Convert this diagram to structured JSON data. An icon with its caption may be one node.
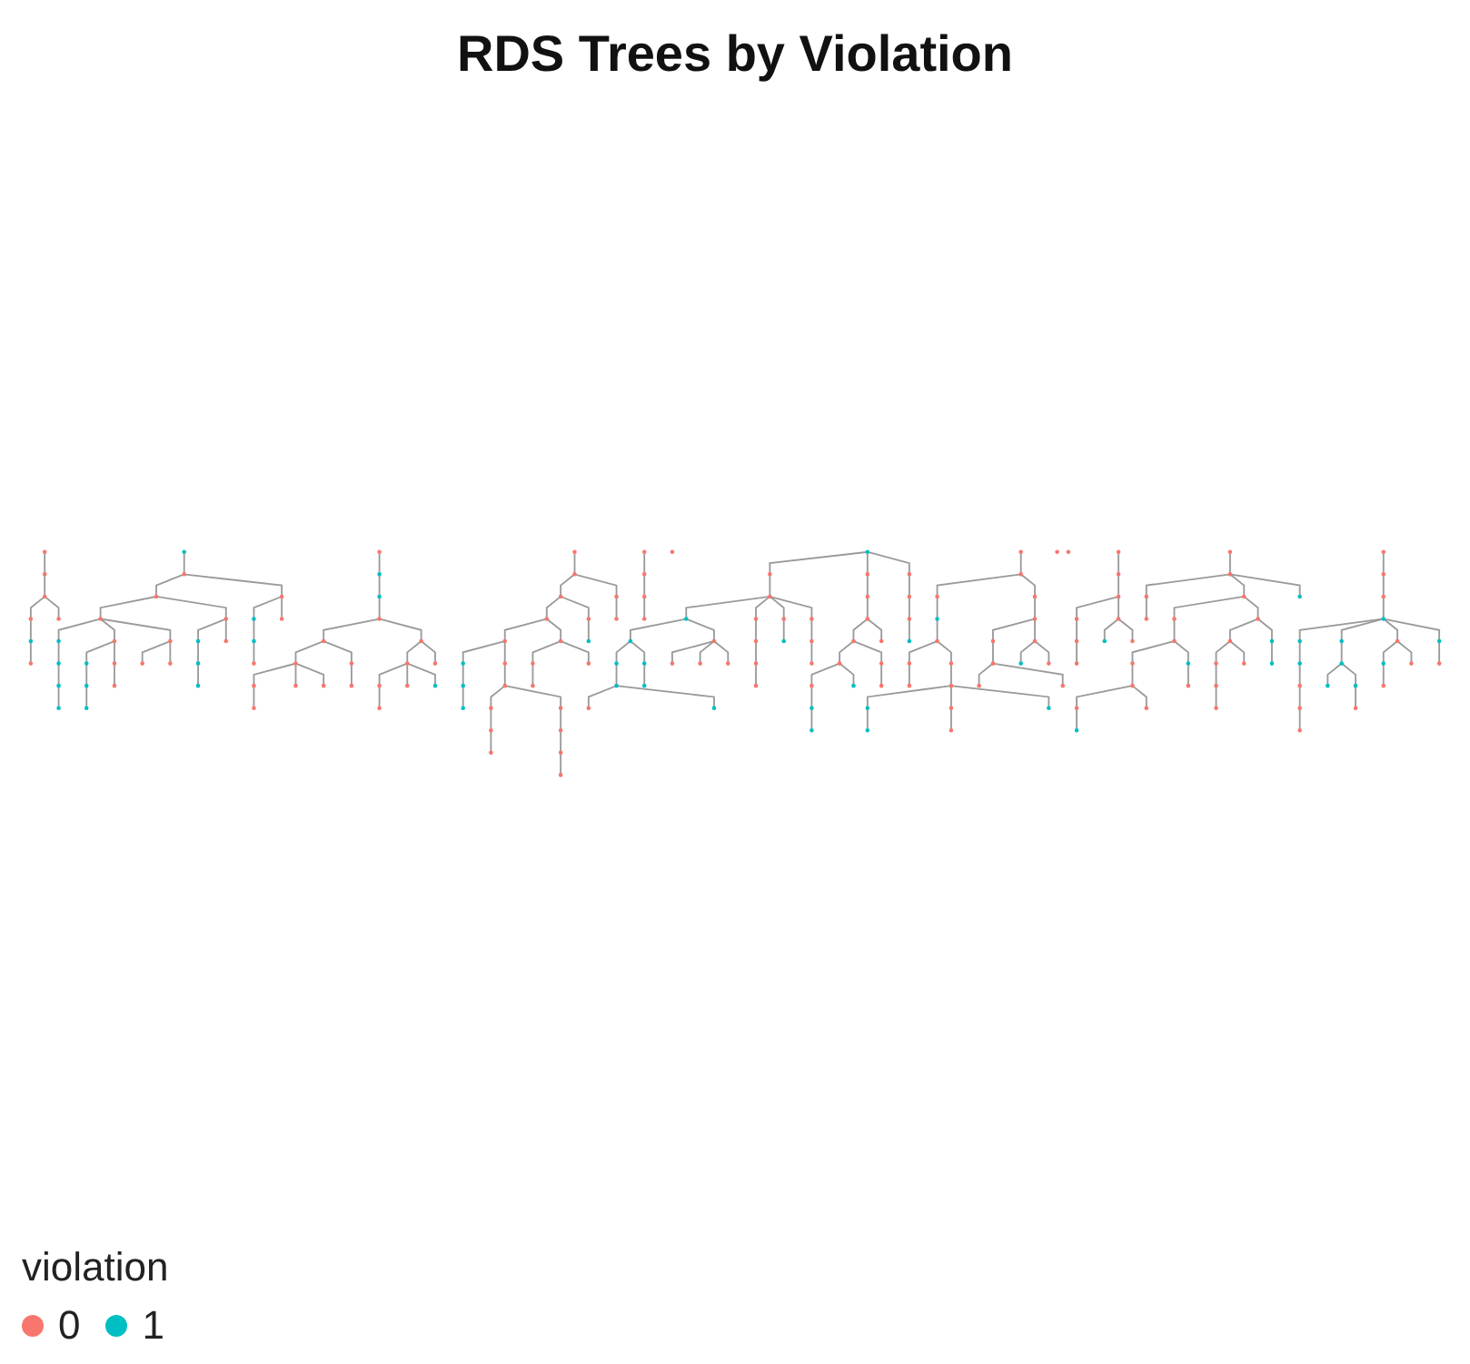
{
  "diagram": {
    "title": "RDS Trees by Violation",
    "nodes": [
      {
        "text": [],
        "shape": "circle"
      },
      {
        "text": [],
        "shape": "circle"
      },
      {
        "text": [],
        "shape": "circle"
      },
      {
        "text": [],
        "shape": "circle"
      },
      {
        "text": [],
        "shape": "circle"
      },
      {
        "text": [],
        "shape": "circle"
      },
      {
        "text": [],
        "shape": "circle"
      },
      {
        "text": [],
        "shape": "circle"
      },
      {
        "text": [],
        "shape": "circle"
      },
      {
        "text": [],
        "shape": "circle"
      },
      {
        "text": [],
        "shape": "circle"
      },
      {
        "text": [],
        "shape": "circle"
      },
      {
        "text": [],
        "shape": "circle"
      },
      {
        "text": [],
        "shape": "circle"
      },
      {
        "text": [],
        "shape": "circle"
      },
      {
        "text": [],
        "shape": "circle"
      },
      {
        "text": [],
        "shape": "circle"
      },
      {
        "text": [],
        "shape": "circle"
      },
      {
        "text": [],
        "shape": "circle"
      },
      {
        "text": [],
        "shape": "circle"
      },
      {
        "text": [],
        "shape": "circle"
      },
      {
        "text": [],
        "shape": "circle"
      },
      {
        "text": [],
        "shape": "circle"
      },
      {
        "text": [],
        "shape": "circle"
      },
      {
        "text": [],
        "shape": "circle"
      },
      {
        "text": [],
        "shape": "circle"
      },
      {
        "text": [],
        "shape": "circle"
      },
      {
        "text": [],
        "shape": "circle"
      },
      {
        "text": [],
        "shape": "circle"
      },
      {
        "text": [],
        "shape": "circle"
      },
      {
        "text": [],
        "shape": "circle"
      },
      {
        "text": [],
        "shape": "circle"
      },
      {
        "text": [],
        "shape": "circle"
      },
      {
        "text": [],
        "shape": "circle"
      },
      {
        "text": [],
        "shape": "circle"
      },
      {
        "text": [],
        "shape": "circle"
      },
      {
        "text": [],
        "shape": "circle"
      },
      {
        "text": [],
        "shape": "circle"
      },
      {
        "text": [],
        "shape": "circle"
      },
      {
        "text": [],
        "shape": "circle"
      },
      {
        "text": [],
        "shape": "circle"
      },
      {
        "text": [],
        "shape": "circle"
      },
      {
        "text": [],
        "shape": "circle"
      },
      {
        "text": [],
        "shape": "circle"
      },
      {
        "text": [],
        "shape": "circle"
      },
      {
        "text": [],
        "shape": "circle"
      },
      {
        "text": [],
        "shape": "circle"
      },
      {
        "text": [],
        "shape": "circle"
      },
      {
        "text": [],
        "shape": "circle"
      },
      {
        "text": [],
        "shape": "circle"
      },
      {
        "text": [],
        "shape": "circle"
      },
      {
        "text": [],
        "shape": "circle"
      },
      {
        "text": [],
        "shape": "circle"
      },
      {
        "text": [],
        "shape": "circle"
      },
      {
        "text": [],
        "shape": "circle"
      },
      {
        "text": [],
        "shape": "circle"
      },
      {
        "text": [],
        "shape": "circle"
      },
      {
        "text": [],
        "shape": "circle"
      },
      {
        "text": [],
        "shape": "circle"
      },
      {
        "text": [],
        "shape": "circle"
      },
      {
        "text": [],
        "shape": "circle"
      },
      {
        "text": [],
        "shape": "circle"
      },
      {
        "text": [],
        "shape": "circle"
      },
      {
        "text": [],
        "shape": "circle"
      },
      {
        "text": [],
        "shape": "circle"
      },
      {
        "text": [],
        "shape": "circle"
      },
      {
        "text": [],
        "shape": "circle"
      },
      {
        "text": [],
        "shape": "circle"
      },
      {
        "text": [],
        "shape": "circle"
      },
      {
        "text": [],
        "shape": "circle"
      },
      {
        "text": [],
        "shape": "circle"
      },
      {
        "text": [],
        "shape": "circle"
      },
      {
        "text": [],
        "shape": "circle"
      },
      {
        "text": [],
        "shape": "circle"
      },
      {
        "text": [],
        "shape": "circle"
      },
      {
        "text": [],
        "shape": "circle"
      },
      {
        "text": [],
        "shape": "circle"
      },
      {
        "text": [],
        "shape": "circle"
      },
      {
        "text": [],
        "shape": "circle"
      },
      {
        "text": [],
        "shape": "circle"
      },
      {
        "text": [],
        "shape": "circle"
      },
      {
        "text": [],
        "shape": "circle"
      },
      {
        "text": [],
        "shape": "circle"
      },
      {
        "text": [],
        "shape": "circle"
      },
      {
        "text": [],
        "shape": "circle"
      },
      {
        "text": [],
        "shape": "circle"
      },
      {
        "text": [],
        "shape": "circle"
      },
      {
        "text": [],
        "shape": "circle"
      },
      {
        "text": [],
        "shape": "circle"
      },
      {
        "text": [],
        "shape": "circle"
      },
      {
        "text": [],
        "shape": "circle"
      },
      {
        "text": [],
        "shape": "circle"
      },
      {
        "text": [],
        "shape": "circle"
      },
      {
        "text": [],
        "shape": "circle"
      },
      {
        "text": [],
        "shape": "circle"
      },
      {
        "text": [],
        "shape": "circle"
      },
      {
        "text": [],
        "shape": "circle"
      },
      {
        "text": [],
        "shape": "circle"
      },
      {
        "text": [],
        "shape": "circle"
      },
      {
        "text": [],
        "shape": "circle"
      },
      {
        "text": [],
        "shape": "circle"
      },
      {
        "text": [],
        "shape": "circle"
      },
      {
        "text": [],
        "shape": "circle"
      },
      {
        "text": [],
        "shape": "circle"
      },
      {
        "text": [],
        "shape": "circle"
      },
      {
        "text": [],
        "shape": "circle"
      },
      {
        "text": [],
        "shape": "circle"
      },
      {
        "text": [],
        "shape": "circle"
      },
      {
        "text": [],
        "shape": "circle"
      },
      {
        "text": [],
        "shape": "circle"
      },
      {
        "text": [],
        "shape": "circle"
      },
      {
        "text": [],
        "shape": "circle"
      },
      {
        "text": [],
        "shape": "circle"
      },
      {
        "text": [],
        "shape": "circle"
      },
      {
        "text": [],
        "shape": "circle"
      },
      {
        "text": [],
        "shape": "circle"
      },
      {
        "text": [],
        "shape": "circle"
      },
      {
        "text": [],
        "shape": "circle"
      },
      {
        "text": [],
        "shape": "circle"
      },
      {
        "text": [],
        "shape": "circle"
      },
      {
        "text": [],
        "shape": "circle"
      },
      {
        "text": [],
        "shape": "circle"
      },
      {
        "text": [],
        "shape": "circle"
      },
      {
        "text": [],
        "shape": "circle"
      },
      {
        "text": [],
        "shape": "circle"
      },
      {
        "text": [],
        "shape": "circle"
      },
      {
        "text": [],
        "shape": "circle"
      },
      {
        "text": [],
        "shape": "circle"
      },
      {
        "text": [],
        "shape": "circle"
      },
      {
        "text": [],
        "shape": "circle"
      },
      {
        "text": [],
        "shape": "circle"
      },
      {
        "text": [],
        "shape": "circle"
      },
      {
        "text": [],
        "shape": "circle"
      },
      {
        "text": [],
        "shape": "circle"
      },
      {
        "text": [],
        "shape": "circle"
      },
      {
        "text": [],
        "shape": "circle"
      },
      {
        "text": [],
        "shape": "circle"
      },
      {
        "text": [],
        "shape": "circle"
      },
      {
        "text": [],
        "shape": "circle"
      },
      {
        "text": [],
        "shape": "circle"
      },
      {
        "text": [],
        "shape": "circle"
      },
      {
        "text": [],
        "shape": "circle"
      },
      {
        "text": [],
        "shape": "circle"
      },
      {
        "text": [],
        "shape": "circle"
      },
      {
        "text": [],
        "shape": "circle"
      },
      {
        "text": [],
        "shape": "circle"
      },
      {
        "text": [],
        "shape": "circle"
      },
      {
        "text": [],
        "shape": "circle"
      },
      {
        "text": [],
        "shape": "circle"
      },
      {
        "text": [],
        "shape": "circle"
      },
      {
        "text": [],
        "shape": "circle"
      },
      {
        "text": [],
        "shape": "circle"
      },
      {
        "text": [],
        "shape": "circle"
      },
      {
        "text": [],
        "shape": "circle"
      },
      {
        "text": [],
        "shape": "circle"
      },
      {
        "text": [],
        "shape": "circle"
      },
      {
        "text": [],
        "shape": "circle"
      },
      {
        "text": [],
        "shape": "circle"
      },
      {
        "text": [],
        "shape": "circle"
      },
      {
        "text": [],
        "shape": "circle"
      },
      {
        "text": [],
        "shape": "circle"
      },
      {
        "text": [],
        "shape": "circle"
      },
      {
        "text": [],
        "shape": "circle"
      },
      {
        "text": [],
        "shape": "circle"
      },
      {
        "text": [],
        "shape": "circle"
      },
      {
        "text": [],
        "shape": "circle"
      },
      {
        "text": [],
        "shape": "circle"
      },
      {
        "text": [],
        "shape": "circle"
      },
      {
        "text": [],
        "shape": "circle"
      },
      {
        "text": [],
        "shape": "circle"
      },
      {
        "text": [],
        "shape": "circle"
      },
      {
        "text": [],
        "shape": "circle"
      },
      {
        "text": [],
        "shape": "circle"
      },
      {
        "text": [],
        "shape": "circle"
      },
      {
        "text": [],
        "shape": "circle"
      },
      {
        "text": [],
        "shape": "circle"
      },
      {
        "text": [],
        "shape": "circle"
      },
      {
        "text": [],
        "shape": "circle"
      },
      {
        "text": [],
        "shape": "circle"
      },
      {
        "text": [],
        "shape": "circle"
      },
      {
        "text": [],
        "shape": "circle"
      },
      {
        "text": [],
        "shape": "circle"
      },
      {
        "text": [],
        "shape": "circle"
      },
      {
        "text": [],
        "shape": "circle"
      },
      {
        "text": [],
        "shape": "circle"
      },
      {
        "text": [],
        "shape": "circle"
      },
      {
        "text": [],
        "shape": "circle"
      },
      {
        "text": [],
        "shape": "circle"
      },
      {
        "text": [],
        "shape": "circle"
      },
      {
        "text": [],
        "shape": "circle"
      },
      {
        "text": [],
        "shape": "circle"
      },
      {
        "text": [],
        "shape": "circle"
      },
      {
        "text": [],
        "shape": "circle"
      },
      {
        "text": [],
        "shape": "circle"
      },
      {
        "text": [],
        "shape": "circle"
      },
      {
        "text": [],
        "shape": "circle"
      },
      {
        "text": [],
        "shape": "circle"
      },
      {
        "text": [],
        "shape": "circle"
      },
      {
        "text": [],
        "shape": "circle"
      },
      {
        "text": [],
        "shape": "circle"
      }
    ],
    "edges": [
      {
        "from": 0,
        "to": 1,
        "arrow": "none"
      },
      {
        "from": 1,
        "to": 2,
        "arrow": "none"
      },
      {
        "from": 2,
        "to": 3,
        "arrow": "none"
      },
      {
        "from": 2,
        "to": 4,
        "arrow": "none"
      },
      {
        "from": 3,
        "to": 5,
        "arrow": "none"
      },
      {
        "from": 5,
        "to": 6,
        "arrow": "none"
      },
      {
        "from": 7,
        "to": 8,
        "arrow": "none"
      },
      {
        "from": 8,
        "to": 9,
        "arrow": "none"
      },
      {
        "from": 8,
        "to": 10,
        "arrow": "none"
      },
      {
        "from": 9,
        "to": 11,
        "arrow": "none"
      },
      {
        "from": 9,
        "to": 12,
        "arrow": "none"
      },
      {
        "from": 11,
        "to": 13,
        "arrow": "none"
      },
      {
        "from": 11,
        "to": 14,
        "arrow": "none"
      },
      {
        "from": 11,
        "to": 15,
        "arrow": "none"
      },
      {
        "from": 13,
        "to": 16,
        "arrow": "none"
      },
      {
        "from": 16,
        "to": 17,
        "arrow": "none"
      },
      {
        "from": 17,
        "to": 18,
        "arrow": "none"
      },
      {
        "from": 14,
        "to": 19,
        "arrow": "none"
      },
      {
        "from": 14,
        "to": 20,
        "arrow": "none"
      },
      {
        "from": 19,
        "to": 21,
        "arrow": "none"
      },
      {
        "from": 21,
        "to": 22,
        "arrow": "none"
      },
      {
        "from": 20,
        "to": 23,
        "arrow": "none"
      },
      {
        "from": 15,
        "to": 24,
        "arrow": "none"
      },
      {
        "from": 15,
        "to": 25,
        "arrow": "none"
      },
      {
        "from": 12,
        "to": 26,
        "arrow": "none"
      },
      {
        "from": 12,
        "to": 27,
        "arrow": "none"
      },
      {
        "from": 26,
        "to": 28,
        "arrow": "none"
      },
      {
        "from": 28,
        "to": 29,
        "arrow": "none"
      },
      {
        "from": 10,
        "to": 30,
        "arrow": "none"
      },
      {
        "from": 10,
        "to": 31,
        "arrow": "none"
      },
      {
        "from": 30,
        "to": 32,
        "arrow": "none"
      },
      {
        "from": 32,
        "to": 33,
        "arrow": "none"
      },
      {
        "from": 34,
        "to": 35,
        "arrow": "none"
      },
      {
        "from": 35,
        "to": 36,
        "arrow": "none"
      },
      {
        "from": 36,
        "to": 37,
        "arrow": "none"
      },
      {
        "from": 37,
        "to": 38,
        "arrow": "none"
      },
      {
        "from": 37,
        "to": 39,
        "arrow": "none"
      },
      {
        "from": 38,
        "to": 40,
        "arrow": "none"
      },
      {
        "from": 38,
        "to": 41,
        "arrow": "none"
      },
      {
        "from": 40,
        "to": 42,
        "arrow": "none"
      },
      {
        "from": 40,
        "to": 43,
        "arrow": "none"
      },
      {
        "from": 40,
        "to": 44,
        "arrow": "none"
      },
      {
        "from": 42,
        "to": 45,
        "arrow": "none"
      },
      {
        "from": 41,
        "to": 46,
        "arrow": "none"
      },
      {
        "from": 39,
        "to": 47,
        "arrow": "none"
      },
      {
        "from": 39,
        "to": 48,
        "arrow": "none"
      },
      {
        "from": 47,
        "to": 49,
        "arrow": "none"
      },
      {
        "from": 47,
        "to": 50,
        "arrow": "none"
      },
      {
        "from": 47,
        "to": 51,
        "arrow": "none"
      },
      {
        "from": 49,
        "to": 52,
        "arrow": "none"
      },
      {
        "from": 53,
        "to": 54,
        "arrow": "none"
      },
      {
        "from": 54,
        "to": 55,
        "arrow": "none"
      },
      {
        "from": 54,
        "to": 56,
        "arrow": "none"
      },
      {
        "from": 55,
        "to": 57,
        "arrow": "none"
      },
      {
        "from": 55,
        "to": 58,
        "arrow": "none"
      },
      {
        "from": 56,
        "to": 59,
        "arrow": "none"
      },
      {
        "from": 57,
        "to": 60,
        "arrow": "none"
      },
      {
        "from": 57,
        "to": 61,
        "arrow": "none"
      },
      {
        "from": 58,
        "to": 62,
        "arrow": "none"
      },
      {
        "from": 60,
        "to": 63,
        "arrow": "none"
      },
      {
        "from": 60,
        "to": 64,
        "arrow": "none"
      },
      {
        "from": 61,
        "to": 65,
        "arrow": "none"
      },
      {
        "from": 61,
        "to": 66,
        "arrow": "none"
      },
      {
        "from": 63,
        "to": 67,
        "arrow": "none"
      },
      {
        "from": 64,
        "to": 68,
        "arrow": "none"
      },
      {
        "from": 68,
        "to": 69,
        "arrow": "none"
      },
      {
        "from": 65,
        "to": 70,
        "arrow": "none"
      },
      {
        "from": 67,
        "to": 71,
        "arrow": "none"
      },
      {
        "from": 67,
        "to": 72,
        "arrow": "none"
      },
      {
        "from": 71,
        "to": 73,
        "arrow": "none"
      },
      {
        "from": 73,
        "to": 74,
        "arrow": "none"
      },
      {
        "from": 72,
        "to": 75,
        "arrow": "none"
      },
      {
        "from": 75,
        "to": 76,
        "arrow": "none"
      },
      {
        "from": 76,
        "to": 77,
        "arrow": "none"
      },
      {
        "from": 78,
        "to": 79,
        "arrow": "none"
      },
      {
        "from": 79,
        "to": 80,
        "arrow": "none"
      },
      {
        "from": 80,
        "to": 81,
        "arrow": "none"
      },
      {
        "from": 83,
        "to": 84,
        "arrow": "none"
      },
      {
        "from": 83,
        "to": 85,
        "arrow": "none"
      },
      {
        "from": 83,
        "to": 86,
        "arrow": "none"
      },
      {
        "from": 84,
        "to": 87,
        "arrow": "none"
      },
      {
        "from": 87,
        "to": 88,
        "arrow": "none"
      },
      {
        "from": 87,
        "to": 89,
        "arrow": "none"
      },
      {
        "from": 87,
        "to": 90,
        "arrow": "none"
      },
      {
        "from": 87,
        "to": 91,
        "arrow": "none"
      },
      {
        "from": 88,
        "to": 92,
        "arrow": "none"
      },
      {
        "from": 88,
        "to": 93,
        "arrow": "none"
      },
      {
        "from": 92,
        "to": 94,
        "arrow": "none"
      },
      {
        "from": 92,
        "to": 95,
        "arrow": "none"
      },
      {
        "from": 94,
        "to": 96,
        "arrow": "none"
      },
      {
        "from": 96,
        "to": 97,
        "arrow": "none"
      },
      {
        "from": 96,
        "to": 98,
        "arrow": "none"
      },
      {
        "from": 95,
        "to": 99,
        "arrow": "none"
      },
      {
        "from": 93,
        "to": 100,
        "arrow": "none"
      },
      {
        "from": 93,
        "to": 101,
        "arrow": "none"
      },
      {
        "from": 93,
        "to": 102,
        "arrow": "none"
      },
      {
        "from": 89,
        "to": 103,
        "arrow": "none"
      },
      {
        "from": 103,
        "to": 104,
        "arrow": "none"
      },
      {
        "from": 104,
        "to": 105,
        "arrow": "none"
      },
      {
        "from": 90,
        "to": 106,
        "arrow": "none"
      },
      {
        "from": 91,
        "to": 107,
        "arrow": "none"
      },
      {
        "from": 107,
        "to": 108,
        "arrow": "none"
      },
      {
        "from": 85,
        "to": 109,
        "arrow": "none"
      },
      {
        "from": 109,
        "to": 110,
        "arrow": "none"
      },
      {
        "from": 110,
        "to": 111,
        "arrow": "none"
      },
      {
        "from": 110,
        "to": 112,
        "arrow": "none"
      },
      {
        "from": 111,
        "to": 113,
        "arrow": "none"
      },
      {
        "from": 111,
        "to": 114,
        "arrow": "none"
      },
      {
        "from": 113,
        "to": 115,
        "arrow": "none"
      },
      {
        "from": 113,
        "to": 116,
        "arrow": "none"
      },
      {
        "from": 115,
        "to": 117,
        "arrow": "none"
      },
      {
        "from": 117,
        "to": 118,
        "arrow": "none"
      },
      {
        "from": 114,
        "to": 119,
        "arrow": "none"
      },
      {
        "from": 86,
        "to": 120,
        "arrow": "none"
      },
      {
        "from": 120,
        "to": 121,
        "arrow": "none"
      },
      {
        "from": 121,
        "to": 122,
        "arrow": "none"
      },
      {
        "from": 123,
        "to": 124,
        "arrow": "none"
      },
      {
        "from": 124,
        "to": 125,
        "arrow": "none"
      },
      {
        "from": 124,
        "to": 126,
        "arrow": "none"
      },
      {
        "from": 125,
        "to": 127,
        "arrow": "none"
      },
      {
        "from": 127,
        "to": 128,
        "arrow": "none"
      },
      {
        "from": 128,
        "to": 129,
        "arrow": "none"
      },
      {
        "from": 128,
        "to": 130,
        "arrow": "none"
      },
      {
        "from": 129,
        "to": 131,
        "arrow": "none"
      },
      {
        "from": 130,
        "to": 132,
        "arrow": "none"
      },
      {
        "from": 132,
        "to": 133,
        "arrow": "none"
      },
      {
        "from": 132,
        "to": 134,
        "arrow": "none"
      },
      {
        "from": 132,
        "to": 135,
        "arrow": "none"
      },
      {
        "from": 133,
        "to": 136,
        "arrow": "none"
      },
      {
        "from": 134,
        "to": 137,
        "arrow": "none"
      },
      {
        "from": 126,
        "to": 138,
        "arrow": "none"
      },
      {
        "from": 138,
        "to": 139,
        "arrow": "none"
      },
      {
        "from": 138,
        "to": 140,
        "arrow": "none"
      },
      {
        "from": 139,
        "to": 141,
        "arrow": "none"
      },
      {
        "from": 141,
        "to": 142,
        "arrow": "none"
      },
      {
        "from": 141,
        "to": 143,
        "arrow": "none"
      },
      {
        "from": 140,
        "to": 144,
        "arrow": "none"
      },
      {
        "from": 140,
        "to": 145,
        "arrow": "none"
      },
      {
        "from": 148,
        "to": 149,
        "arrow": "none"
      },
      {
        "from": 149,
        "to": 150,
        "arrow": "none"
      },
      {
        "from": 150,
        "to": 151,
        "arrow": "none"
      },
      {
        "from": 150,
        "to": 152,
        "arrow": "none"
      },
      {
        "from": 151,
        "to": 153,
        "arrow": "none"
      },
      {
        "from": 153,
        "to": 154,
        "arrow": "none"
      },
      {
        "from": 152,
        "to": 155,
        "arrow": "none"
      },
      {
        "from": 152,
        "to": 156,
        "arrow": "none"
      },
      {
        "from": 157,
        "to": 158,
        "arrow": "none"
      },
      {
        "from": 158,
        "to": 159,
        "arrow": "none"
      },
      {
        "from": 158,
        "to": 160,
        "arrow": "none"
      },
      {
        "from": 158,
        "to": 161,
        "arrow": "none"
      },
      {
        "from": 160,
        "to": 162,
        "arrow": "none"
      },
      {
        "from": 159,
        "to": 163,
        "arrow": "none"
      },
      {
        "from": 159,
        "to": 164,
        "arrow": "none"
      },
      {
        "from": 163,
        "to": 165,
        "arrow": "none"
      },
      {
        "from": 165,
        "to": 166,
        "arrow": "none"
      },
      {
        "from": 165,
        "to": 167,
        "arrow": "none"
      },
      {
        "from": 166,
        "to": 168,
        "arrow": "none"
      },
      {
        "from": 168,
        "to": 169,
        "arrow": "none"
      },
      {
        "from": 168,
        "to": 170,
        "arrow": "none"
      },
      {
        "from": 169,
        "to": 171,
        "arrow": "none"
      },
      {
        "from": 167,
        "to": 172,
        "arrow": "none"
      },
      {
        "from": 164,
        "to": 173,
        "arrow": "none"
      },
      {
        "from": 164,
        "to": 174,
        "arrow": "none"
      },
      {
        "from": 173,
        "to": 175,
        "arrow": "none"
      },
      {
        "from": 173,
        "to": 176,
        "arrow": "none"
      },
      {
        "from": 175,
        "to": 177,
        "arrow": "none"
      },
      {
        "from": 177,
        "to": 178,
        "arrow": "none"
      },
      {
        "from": 174,
        "to": 179,
        "arrow": "none"
      },
      {
        "from": 180,
        "to": 181,
        "arrow": "none"
      },
      {
        "from": 181,
        "to": 182,
        "arrow": "none"
      },
      {
        "from": 182,
        "to": 183,
        "arrow": "none"
      },
      {
        "from": 183,
        "to": 184,
        "arrow": "none"
      },
      {
        "from": 183,
        "to": 185,
        "arrow": "none"
      },
      {
        "from": 183,
        "to": 186,
        "arrow": "none"
      },
      {
        "from": 183,
        "to": 187,
        "arrow": "none"
      },
      {
        "from": 184,
        "to": 188,
        "arrow": "none"
      },
      {
        "from": 188,
        "to": 189,
        "arrow": "none"
      },
      {
        "from": 189,
        "to": 190,
        "arrow": "none"
      },
      {
        "from": 190,
        "to": 191,
        "arrow": "none"
      },
      {
        "from": 185,
        "to": 192,
        "arrow": "none"
      },
      {
        "from": 192,
        "to": 193,
        "arrow": "none"
      },
      {
        "from": 192,
        "to": 194,
        "arrow": "none"
      },
      {
        "from": 194,
        "to": 195,
        "arrow": "none"
      },
      {
        "from": 186,
        "to": 196,
        "arrow": "none"
      },
      {
        "from": 186,
        "to": 197,
        "arrow": "none"
      },
      {
        "from": 196,
        "to": 198,
        "arrow": "none"
      },
      {
        "from": 187,
        "to": 199,
        "arrow": "none"
      }
    ],
    "labels": [
      "violation"
    ],
    "legend": [
      {
        "text": "0",
        "color": "#f8766d"
      },
      {
        "text": "1",
        "color": "#00bfc4"
      }
    ]
  }
}
